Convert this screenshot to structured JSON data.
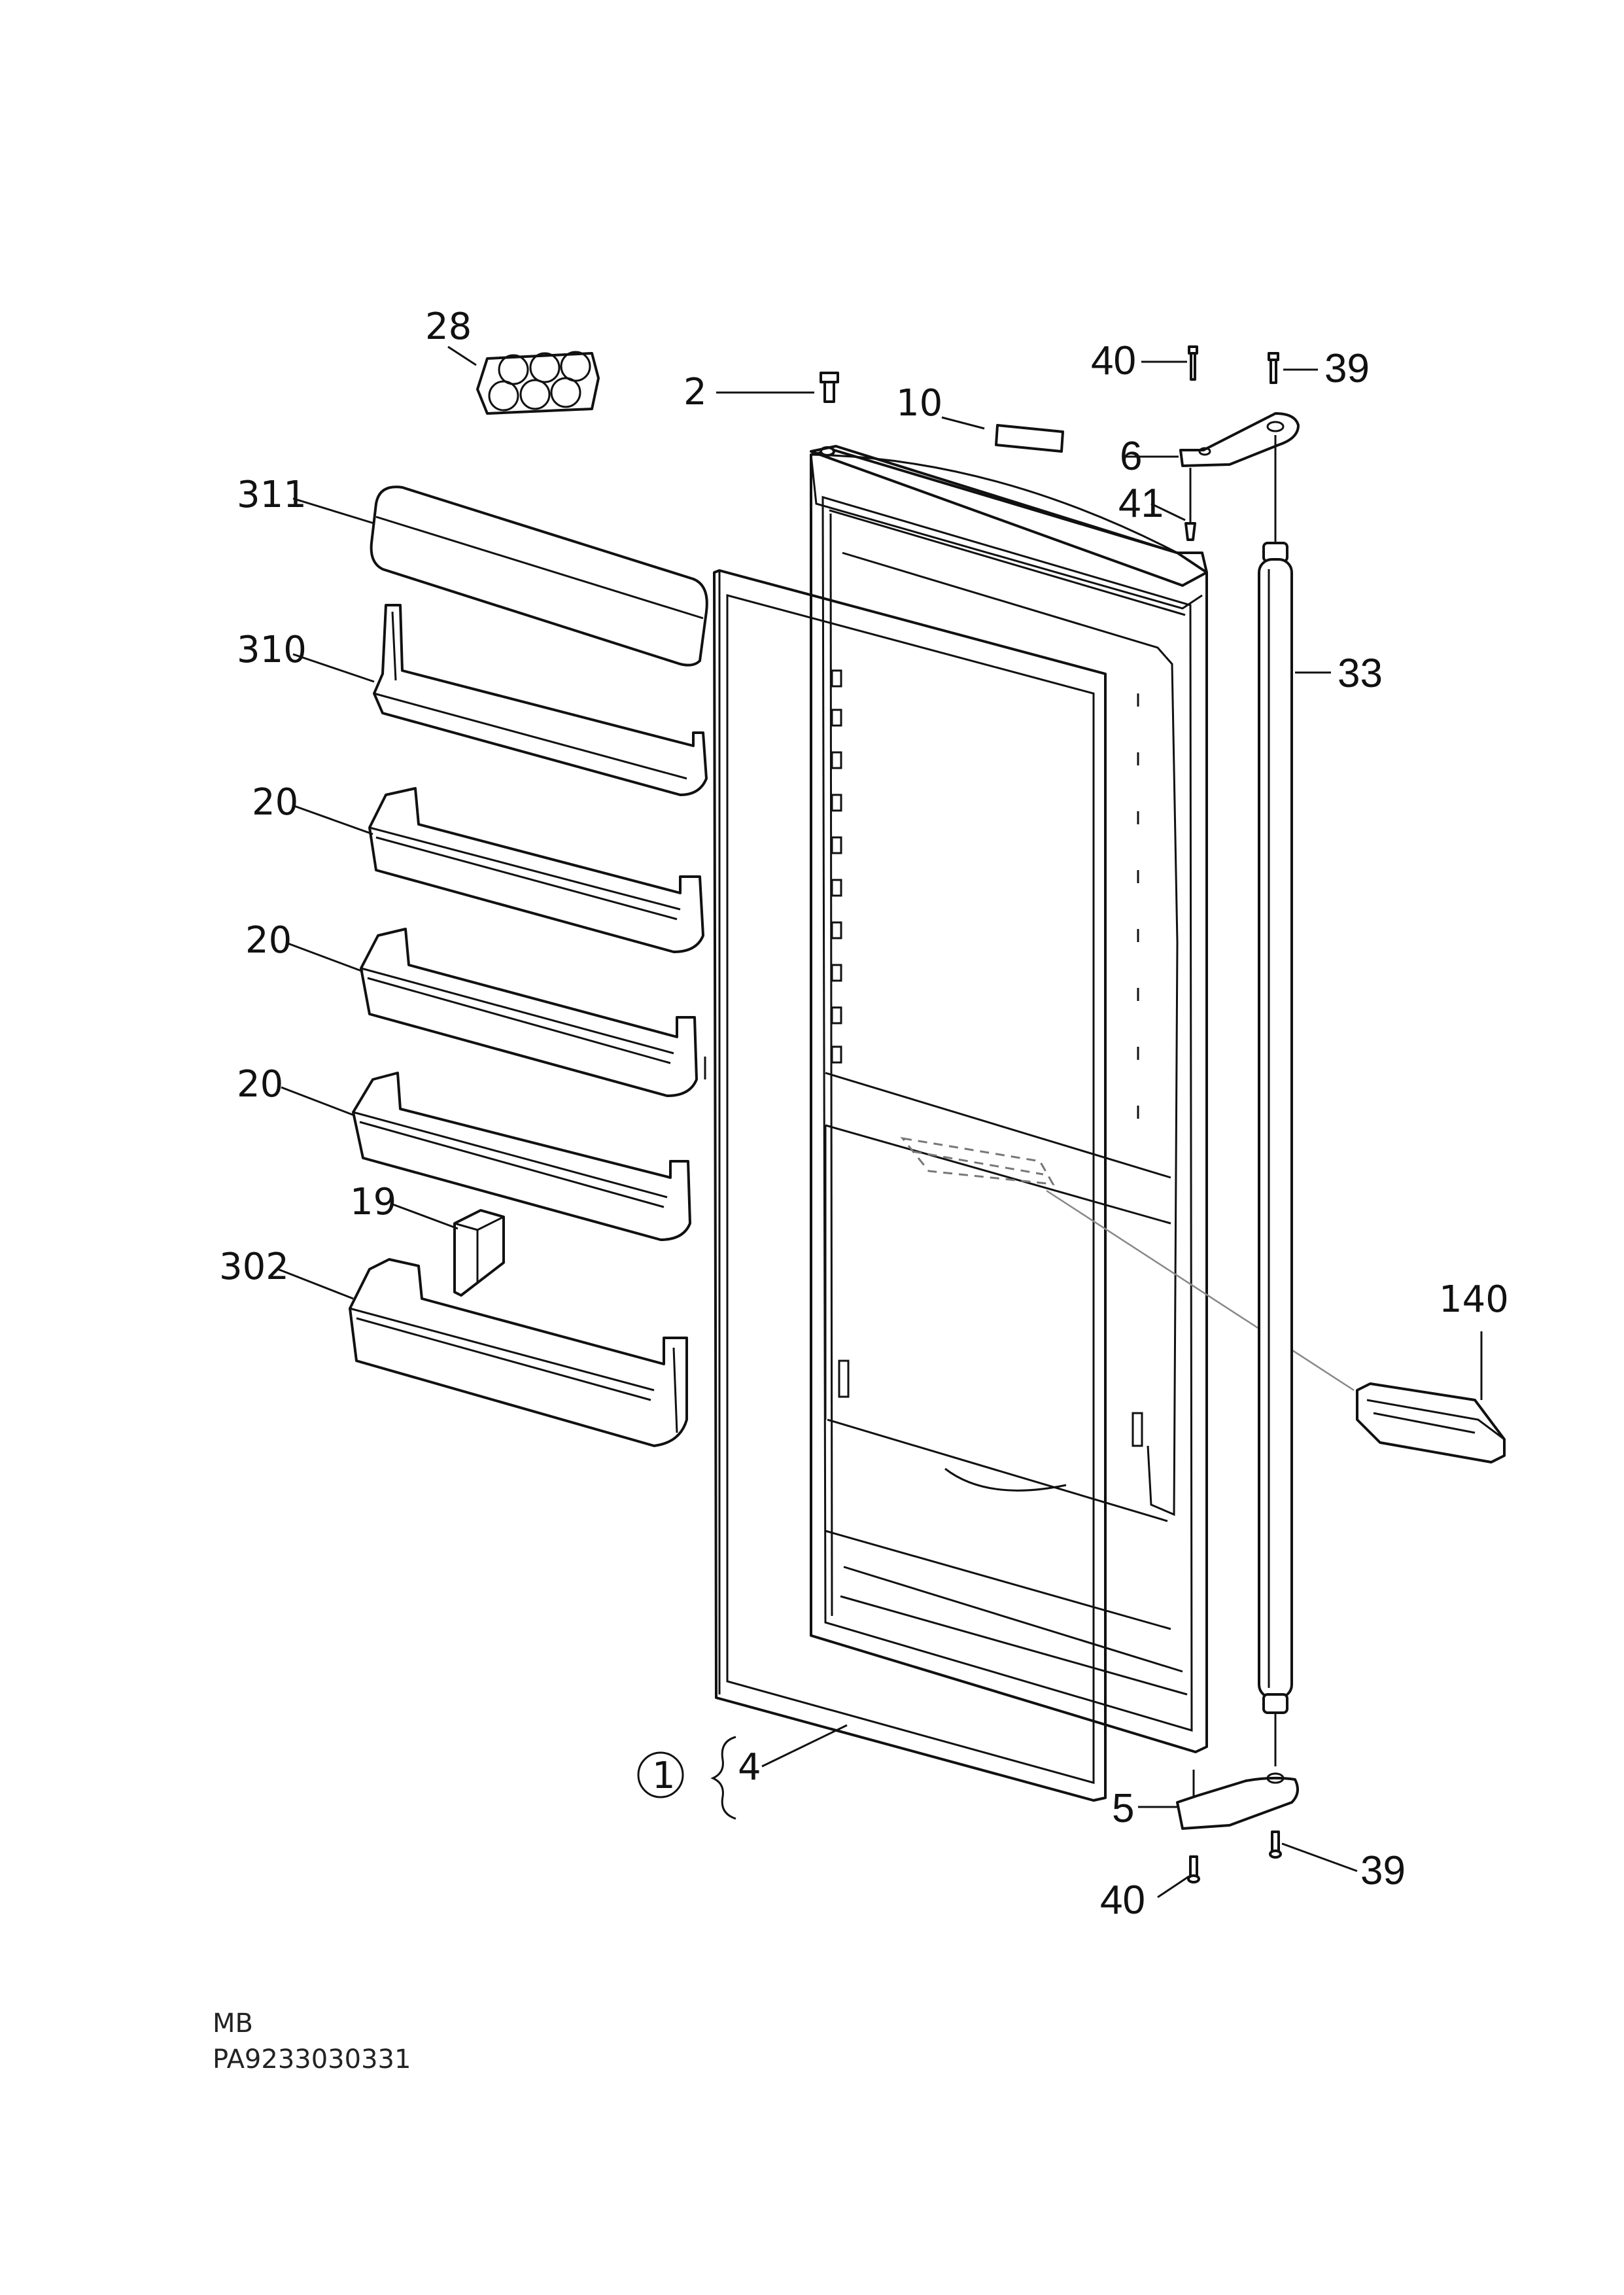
{
  "labels": {
    "egg_tray": "28",
    "screw_top": "2",
    "label_strip": "10",
    "screw_40_top": "40",
    "screw_39_top": "39",
    "hinge_top": "6",
    "pin": "41",
    "handle_bar": "33",
    "shelf_lid": "311",
    "shelf_top": "310",
    "shelf_a": "20",
    "shelf_b": "20",
    "shelf_c": "20",
    "bottle_holder": "19",
    "shelf_bottom": "302",
    "bracket": "140",
    "gasket": "4",
    "door_circle": "1",
    "hinge_bottom": "5",
    "screw_40_bottom": "40",
    "screw_39_bottom": "39"
  },
  "footer": {
    "line1": "MB",
    "line2": "PA9233030331"
  }
}
